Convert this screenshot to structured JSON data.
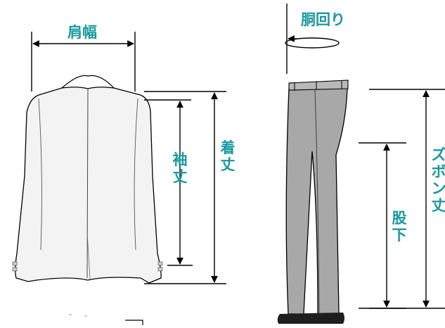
{
  "colors": {
    "label": "#1a9aa0",
    "line": "#000000",
    "jacket_fill": "#f3f3f3",
    "pants_fill": "#a8a8a8",
    "shoe_fill": "#1e1e1e"
  },
  "labels": {
    "shoulder_width": "肩幅",
    "sleeve_length": "袖丈",
    "jacket_length": "着丈",
    "waist": "胴回り",
    "inseam": "股下",
    "pants_length": "ズボン丈"
  }
}
